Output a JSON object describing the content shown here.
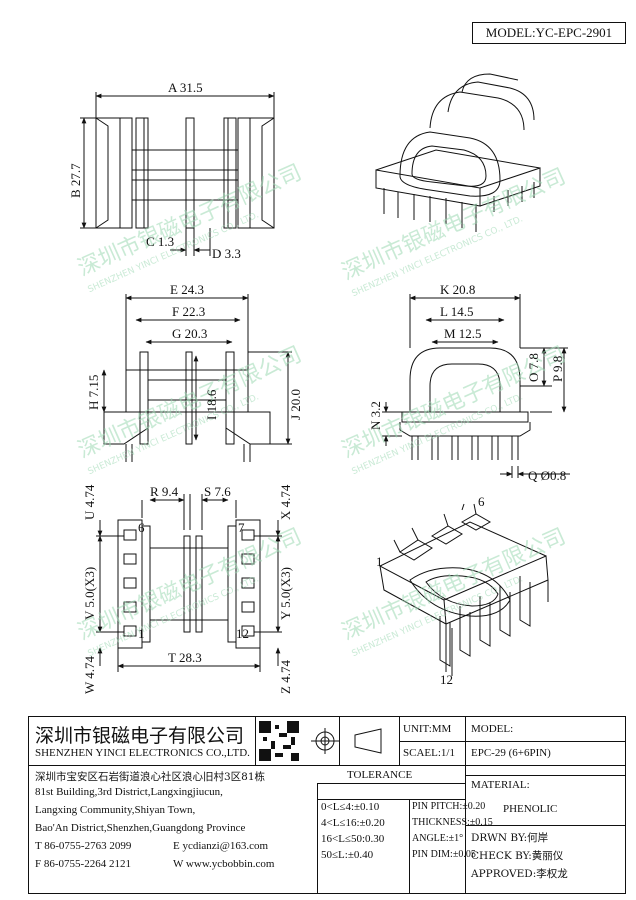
{
  "header": {
    "model": "MODEL:YC-EPC-2901"
  },
  "dimensions": {
    "A": "A 31.5",
    "B": "B 27.7",
    "C": "C 1.3",
    "D": "D 3.3",
    "E": "E 24.3",
    "F": "F 22.3",
    "G": "G 20.3",
    "H": "H 7.15",
    "I": "I 18.6",
    "J": "J 20.0",
    "K": "K 20.8",
    "L": "L 14.5",
    "M": "M 12.5",
    "N": "N 3.2",
    "O": "O 7.8",
    "P": "P 9.8",
    "Q": "Q Ø0.8",
    "R": "R 9.4",
    "S": "S 7.6",
    "T": "T 28.3",
    "U": "U 4.74",
    "V": "V 5.0(X3)",
    "W": "W 4.74",
    "X": "X 4.74",
    "Y": "Y 5.0(X3)",
    "Z": "Z 4.74"
  },
  "pins": {
    "p6": "6",
    "p7": "7",
    "p1": "1",
    "p12": "12",
    "iso6": "6",
    "iso1": "1",
    "iso12": "12"
  },
  "watermark": {
    "cn": "深圳市银磁电子有限公司",
    "en": "SHENZHEN YINCI ELECTRONICS CO., LTD."
  },
  "company": {
    "name_cn": "深圳市银磁电子有限公司",
    "name_en": "SHENZHEN YINCI ELECTRONICS CO.,LTD.",
    "address_cn": "深圳市宝安区石岩街道浪心社区浪心旧村3区81栋",
    "address_en_1": "81st Building,3rd District,Langxingjiucun,",
    "address_en_2": "Langxing Community,Shiyan Town,",
    "address_en_3": "Bao'An District,Shenzhen,Guangdong Province",
    "tel": "T 86-0755-2763 2099",
    "fax": "F 86-0755-2264 2121",
    "email": "E ycdianzi@163.com",
    "web": "W www.ycbobbin.com"
  },
  "titleblock": {
    "unit": "UNIT:MM",
    "scale": "SCAEL:1/1",
    "model_label": "MODEL:",
    "model_value": "EPC-29 (6+6PIN)",
    "tolerance_title": "TOLERANCE",
    "tol_rows": [
      "0<L≤4:±0.10",
      "4<L≤16:±0.20",
      "16<L≤50:0.30",
      "50≤L:±0.40"
    ],
    "tol_right": [
      "PIN PITCH:±0.20",
      "THICKNESS:±0.15",
      "ANGLE:±1°",
      "PIN DIM:±0.05"
    ],
    "material_label": "MATERIAL:",
    "material_value": "PHENOLIC",
    "drawn": "DRWN BY:何岸",
    "check": "CHECK BY:黄丽仪",
    "approved": "APPROVED:李权龙"
  }
}
